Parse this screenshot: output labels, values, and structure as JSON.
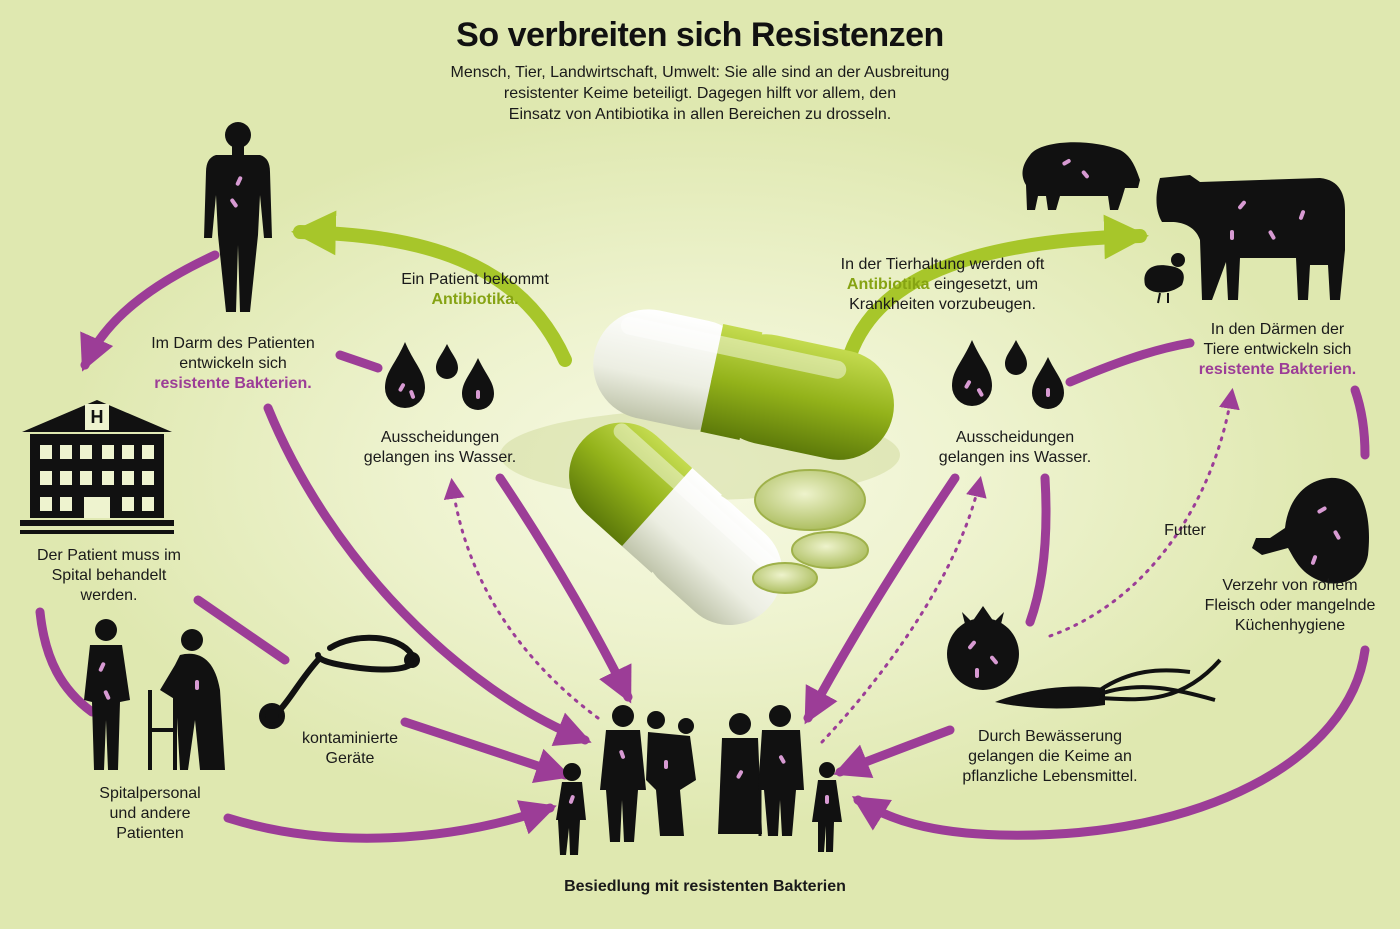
{
  "title": "So verbreiten sich Resistenzen",
  "subtitle": {
    "line1": "Mensch, Tier, Landwirtschaft, Umwelt: Sie alle sind an der Ausbreitung",
    "line2": "resistenter Keime beteiligt. Dagegen hilft vor allem, den",
    "line3": "Einsatz von Antibiotika in allen Bereichen zu drosseln."
  },
  "labels": {
    "patient_antibiotics": {
      "line1": "Ein Patient bekommt",
      "highlight": "Antibiotika."
    },
    "gut_patient": {
      "line1": "Im Darm des Patienten",
      "line2": "entwickeln sich",
      "highlight": "resistente Bakterien."
    },
    "excretion_left": {
      "line1": "Ausscheidungen",
      "line2": "gelangen ins Wasser."
    },
    "hospital": {
      "line1": "Der Patient muss im",
      "line2": "Spital behandelt",
      "line3": "werden."
    },
    "devices": {
      "line1": "kontaminierte",
      "line2": "Geräte"
    },
    "staff": {
      "line1": "Spitalpersonal",
      "line2": "und andere",
      "line3": "Patienten"
    },
    "livestock_antibiotics": {
      "line1": "In der Tierhaltung werden oft",
      "highlight": "Antibiotika",
      "line2_rest": " eingesetzt, um",
      "line3": "Krankheiten vorzubeugen."
    },
    "gut_animals": {
      "line1": "In den Därmen der",
      "line2": "Tiere  entwickeln sich",
      "highlight": "resistente Bakterien."
    },
    "excretion_right": {
      "line1": "Ausscheidungen",
      "line2": "gelangen ins Wasser."
    },
    "feed": "Futter",
    "raw_meat": {
      "line1": "Verzehr von rohem",
      "line2": "Fleisch oder mangelnde",
      "line3": "Küchenhygiene"
    },
    "irrigation": {
      "line1": "Durch Bewässerung",
      "line2": "gelangen die Keime an",
      "line3": "pflanzliche Lebensmittel."
    },
    "colonization": "Besiedlung mit resistenten Bakterien"
  },
  "hospital_sign": "H",
  "colors": {
    "purple": "#9c3d97",
    "green": "#86a313",
    "silhouette": "#111111",
    "bacteria": "#d79ad2"
  }
}
